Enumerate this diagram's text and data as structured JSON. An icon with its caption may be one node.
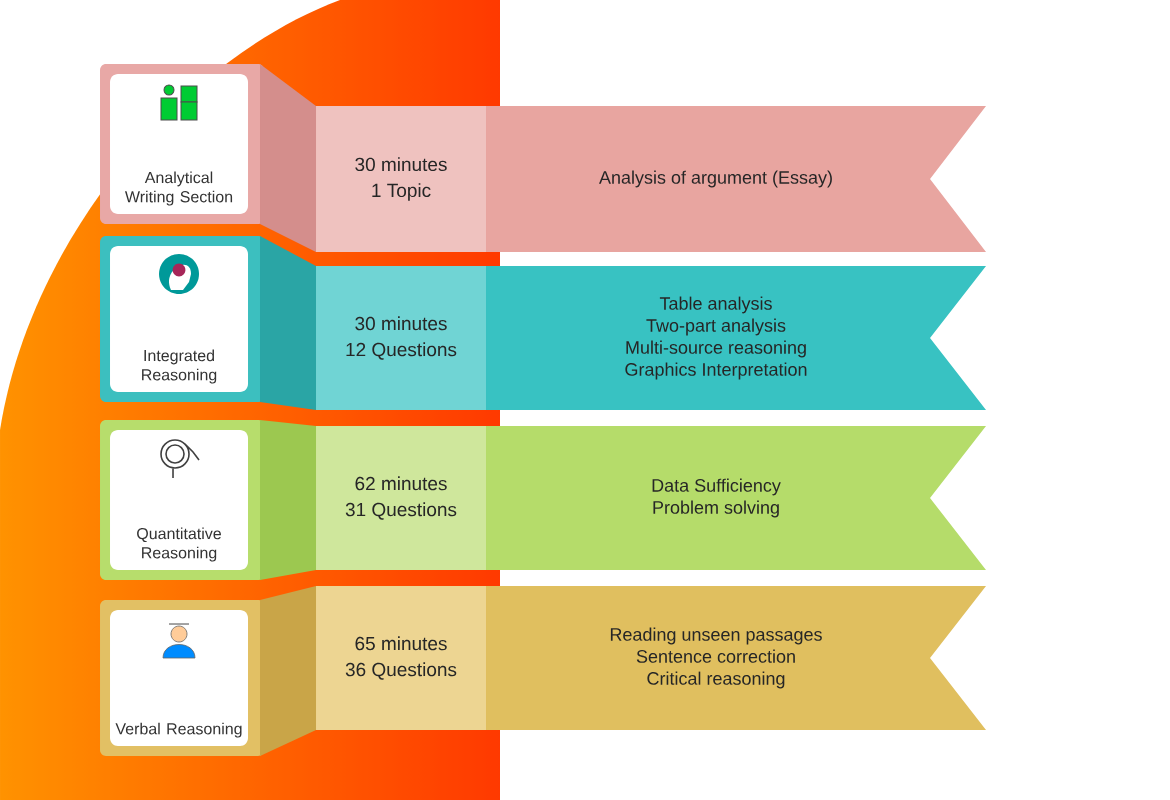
{
  "diagram": {
    "nodes": [
      {
        "text": [
          "Analytical Writing Section"
        ]
      },
      {
        "text": [
          "30 minutes",
          "1 Topic"
        ]
      },
      {
        "text": [
          "Analysis of argument (Essay)"
        ]
      },
      {
        "text": [
          "Integrated Reasoning"
        ]
      },
      {
        "text": [
          "30 minutes",
          "12 Questions"
        ]
      },
      {
        "text": [
          "Table analysis",
          "Two-part analysis",
          "Multi-source reasoning",
          "Graphics Interpretation"
        ]
      },
      {
        "text": [
          "Quantitative Reasoning"
        ]
      },
      {
        "text": [
          "62 minutes",
          "31 Questions"
        ]
      },
      {
        "text": [
          "Data Sufficiency",
          "Problem solving"
        ]
      },
      {
        "text": [
          "Verbal Reasoning"
        ]
      },
      {
        "text": [
          "65 minutes",
          "36 Questions"
        ]
      },
      {
        "text": [
          "Reading unseen passages",
          "Sentence correction",
          "Critical reasoning"
        ]
      }
    ]
  }
}
